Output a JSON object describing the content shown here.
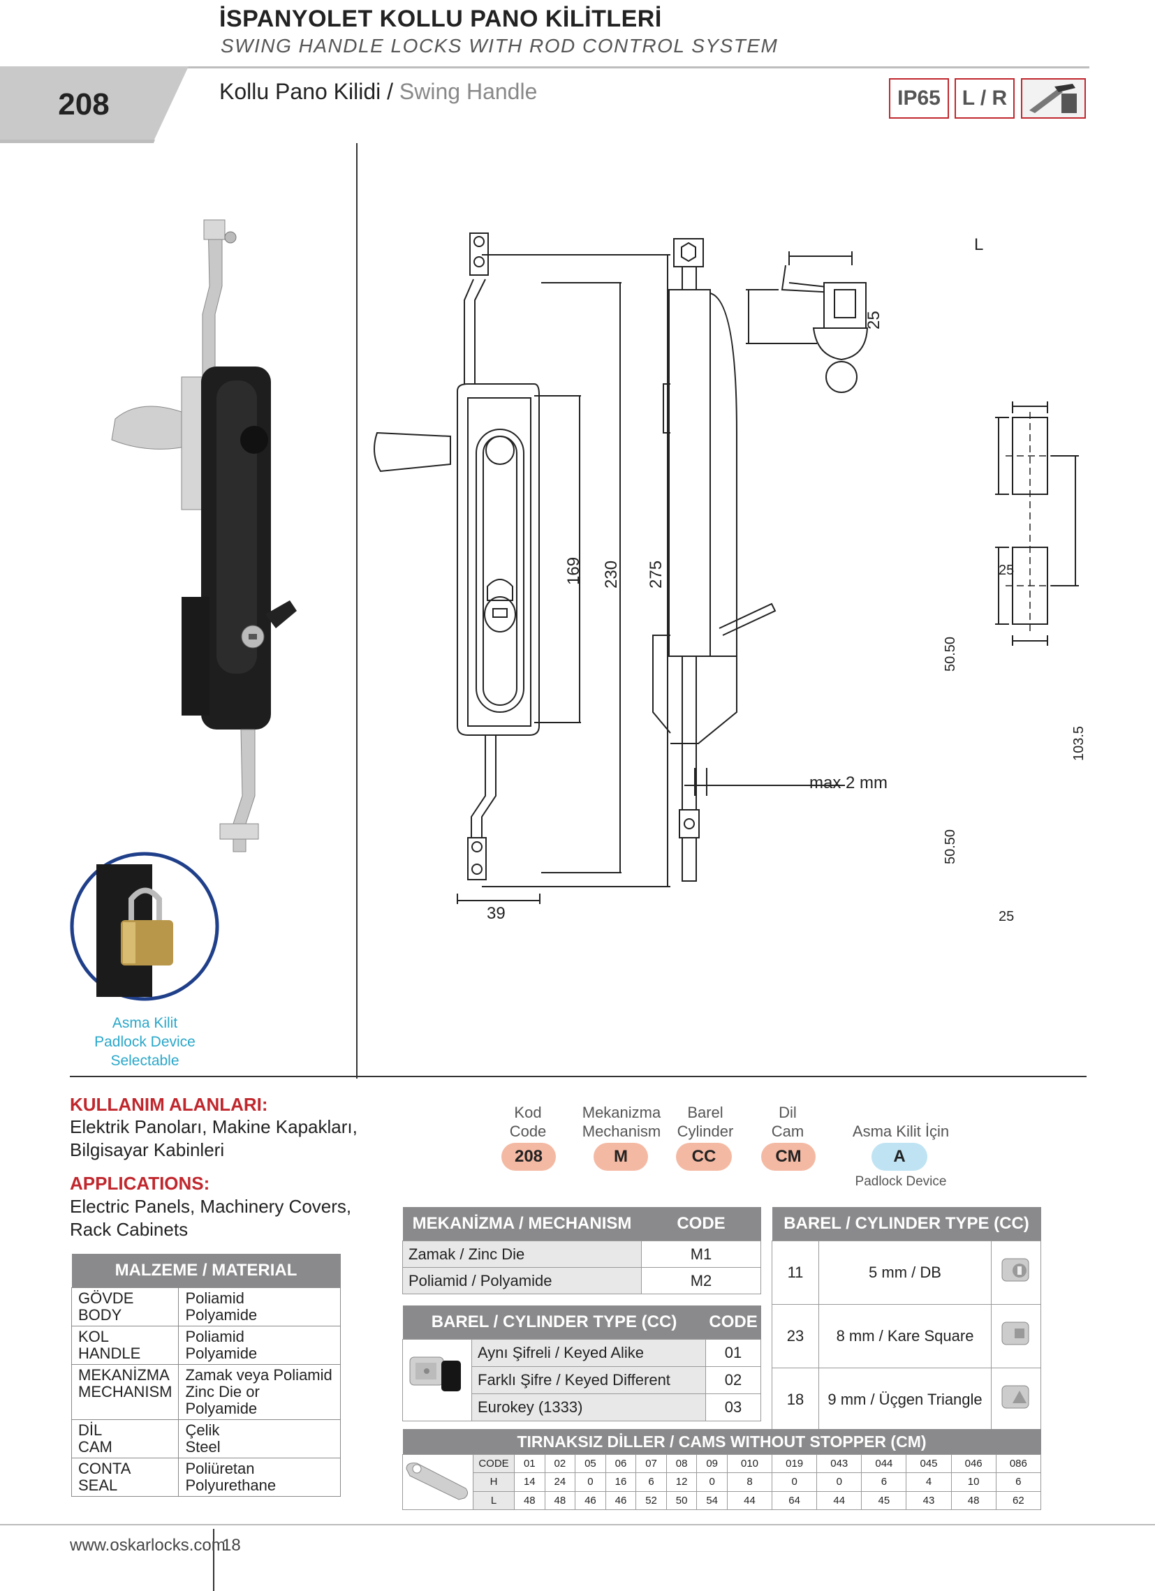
{
  "header": {
    "title": "İSPANYOLET KOLLU PANO KİLİTLERİ",
    "subtitle": "SWING HANDLE LOCKS WITH ROD CONTROL SYSTEM",
    "code": "208",
    "product_tr": "Kollu Pano Kilidi /",
    "product_en": "Swing Handle",
    "badge_ip": "IP65",
    "badge_lr": "L / R"
  },
  "padlock_caption": {
    "tr": "Asma Kilit",
    "en": "Padlock Device Selectable"
  },
  "drawing": {
    "dims": [
      "169",
      "230",
      "275",
      "39",
      "L",
      "25",
      "max 2 mm",
      "25",
      "50.50",
      "103.5",
      "50.50",
      "25"
    ]
  },
  "usage": {
    "tr_heading": "KULLANIM ALANLARI:",
    "tr_text_1": "Elektrik Panoları, Makine Kapakları,",
    "tr_text_2": "Bilgisayar Kabinleri",
    "en_heading": "APPLICATIONS:",
    "en_text_1": "Electric Panels, Machinery Covers,",
    "en_text_2": "Rack Cabinets"
  },
  "material": {
    "heading": "MALZEME / MATERIAL",
    "rows": [
      {
        "k1": "GÖVDE",
        "k2": "BODY",
        "v1": "Poliamid",
        "v2": "Polyamide"
      },
      {
        "k1": "KOL",
        "k2": "HANDLE",
        "v1": "Poliamid",
        "v2": "Polyamide"
      },
      {
        "k1": "MEKANİZMA",
        "k2": "MECHANISM",
        "v1": "Zamak veya Poliamid",
        "v2": "Zinc Die or Polyamide"
      },
      {
        "k1": "DİL",
        "k2": "CAM",
        "v1": "Çelik",
        "v2": "Steel"
      },
      {
        "k1": "CONTA",
        "k2": "SEAL",
        "v1": "Poliüretan",
        "v2": "Polyurethane"
      }
    ]
  },
  "code_builder": {
    "items": [
      {
        "l1": "Kod",
        "l2": "Code",
        "val": "208",
        "color": "#f4b9a3"
      },
      {
        "l1": "Mekanizma",
        "l2": "Mechanism",
        "val": "M",
        "color": "#f4b9a3"
      },
      {
        "l1": "Barel",
        "l2": "Cylinder",
        "val": "CC",
        "color": "#f4b9a3"
      },
      {
        "l1": "Dil",
        "l2": "Cam",
        "val": "CM",
        "color": "#f4b9a3"
      }
    ],
    "padlock": {
      "l": "Asma Kilit İçin",
      "val": "A",
      "sub": "Padlock Device",
      "color": "#bfe3f2"
    }
  },
  "mechanism": {
    "h1": "MEKANİZMA / MECHANISM",
    "h2": "CODE",
    "rows": [
      {
        "name": "Zamak / Zinc Die",
        "code": "M1"
      },
      {
        "name": "Poliamid / Polyamide",
        "code": "M2"
      }
    ]
  },
  "cylinder_cc": {
    "h1": "BAREL / CYLINDER TYPE (CC)",
    "h2": "CODE",
    "rows": [
      {
        "name": "Aynı Şifreli / Keyed Alike",
        "code": "01"
      },
      {
        "name": "Farklı Şifre / Keyed Different",
        "code": "02"
      },
      {
        "name": "Eurokey (1333)",
        "code": "03"
      }
    ]
  },
  "cylinder_type": {
    "h": "BAREL / CYLINDER TYPE (CC)",
    "rows": [
      {
        "code": "11",
        "desc": "5 mm / DB"
      },
      {
        "code": "23",
        "desc": "8 mm / Kare Square"
      },
      {
        "code": "18",
        "desc": "9 mm / Üçgen Triangle"
      }
    ]
  },
  "cams": {
    "h": "TIRNAKSIZ DİLLER / CAMS WITHOUT STOPPER (CM)",
    "row_labels": [
      "CODE",
      "H",
      "L"
    ],
    "code": [
      "01",
      "02",
      "05",
      "06",
      "07",
      "08",
      "09",
      "010",
      "019",
      "043",
      "044",
      "045",
      "046",
      "086"
    ],
    "H": [
      "14",
      "24",
      "0",
      "16",
      "6",
      "12",
      "0",
      "8",
      "0",
      "0",
      "6",
      "4",
      "10",
      "6"
    ],
    "L": [
      "48",
      "48",
      "46",
      "46",
      "52",
      "50",
      "54",
      "44",
      "64",
      "44",
      "45",
      "43",
      "48",
      "62"
    ]
  },
  "footer": {
    "url": "www.oskarlocks.com",
    "page": "18"
  },
  "colors": {
    "red": "#c0272d",
    "header_gray": "#8a8a8c",
    "salmon": "#f4b9a3",
    "light_blue": "#bfe3f2",
    "caption_blue": "#2aa7c9"
  }
}
